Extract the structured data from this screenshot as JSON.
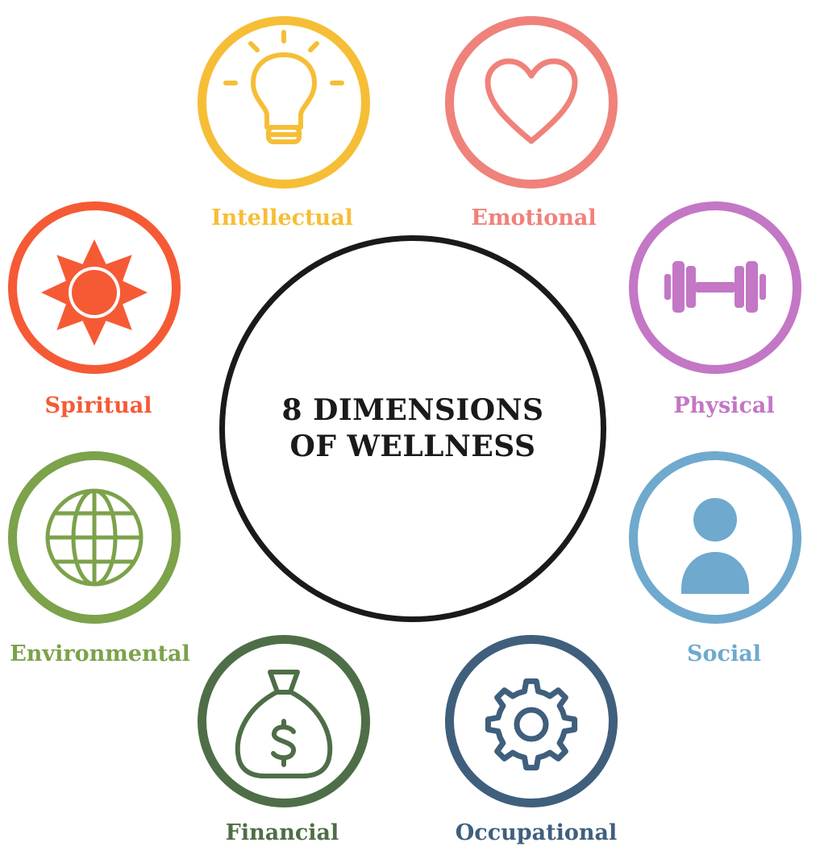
{
  "center": {
    "line1": "8 DIMENSIONS",
    "line2": "OF WELLNESS"
  },
  "dimensions": [
    {
      "label": "Intellectual",
      "color": "#F6BE36",
      "icon": "lightbulb-icon"
    },
    {
      "label": "Emotional",
      "color": "#EF827B",
      "icon": "heart-icon"
    },
    {
      "label": "Physical",
      "color": "#C377C5",
      "icon": "dumbbell-icon"
    },
    {
      "label": "Social",
      "color": "#6FA9CE",
      "icon": "person-icon"
    },
    {
      "label": "Occupational",
      "color": "#3F5F7D",
      "icon": "gear-icon"
    },
    {
      "label": "Financial",
      "color": "#4E6E47",
      "icon": "money-bag-icon"
    },
    {
      "label": "Environmental",
      "color": "#7CA24A",
      "icon": "globe-icon"
    },
    {
      "label": "Spiritual",
      "color": "#F55A35",
      "icon": "sun-icon"
    }
  ]
}
